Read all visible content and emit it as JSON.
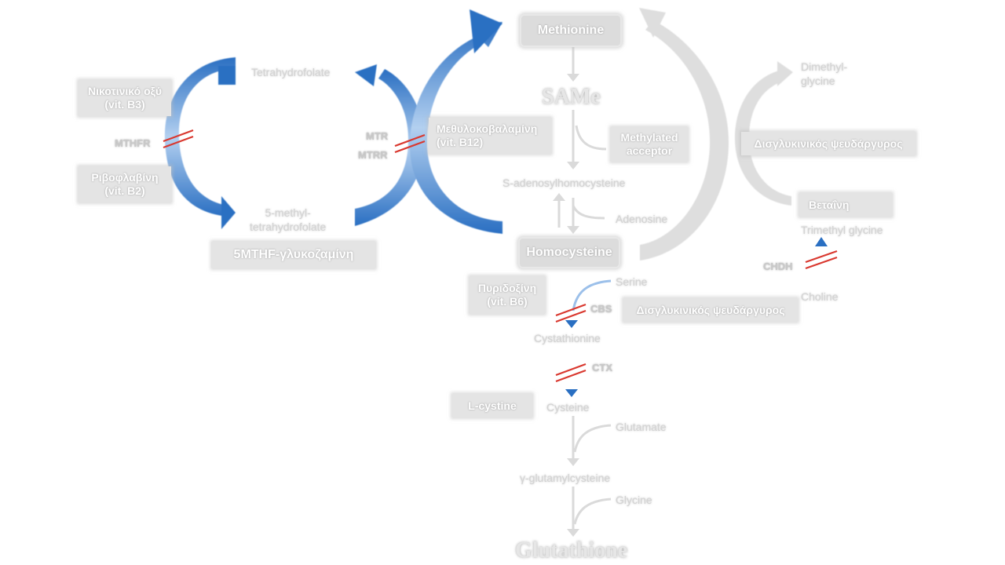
{
  "nodes": {
    "methionine": "Methionine",
    "same": "SAMe",
    "methylated_acceptor": [
      "Methylated",
      "acceptor"
    ],
    "sah": "S-adenosylhomocysteine",
    "adenosine": "Adenosine",
    "homocysteine": "Homocysteine",
    "serine": "Serine",
    "cystathionine": "Cystathionine",
    "cysteine": "Cysteine",
    "glutamate": "Glutamate",
    "gamma_glutamylcysteine": "γ-glutamylcysteine",
    "glycine": "Glycine",
    "glutathione": "Glutathione",
    "tetrahydrofolate": "Tetrahydrofolate",
    "methyl_thf": [
      "5-methyl-",
      "tetrahydrofolate"
    ],
    "dimethylglycine": [
      "Dimethyl-",
      "glycine"
    ],
    "trimethyl_glycine": "Trimethyl glycine",
    "choline": "Choline"
  },
  "enzymes": {
    "mthfr": "MTHFR",
    "mtr": "MTR",
    "mtrr": "MTRR",
    "cbs": "CBS",
    "ctx": "CTX",
    "chdh": "CHDH"
  },
  "supplements": {
    "niacin": [
      "Νικοτινικό οξύ",
      "(vit. B3)"
    ],
    "riboflavin": [
      "Ριβοφλαβίνη",
      "(vit. B2)"
    ],
    "mthf_glucosamine": "5MTHF-γλυκοζαμίνη",
    "methylcobalamin": [
      "Μεθυλοκοβαλαμίνη",
      "(vit. B12)"
    ],
    "zinc_bisglycinate_top": "Δισγλυκινικός ψευδάργυρος",
    "betaine": "Βεταΐνη",
    "pyridoxine": [
      "Πυριδοξίνη",
      "(vit. B6)"
    ],
    "zinc_bisglycinate_mid": "Δισγλυκινικός ψευδάργυρος",
    "l_cystine": "L-cystine"
  },
  "colors": {
    "blue": "#2a6fc2",
    "light_blue": "#9cc0ea",
    "gray_arrow": "#dadada",
    "inhibit_red": "#d9382f"
  }
}
